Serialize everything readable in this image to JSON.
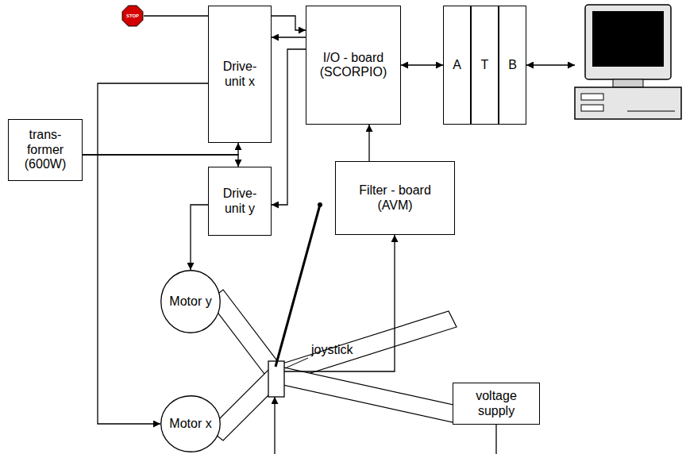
{
  "diagram": {
    "nodes": [
      {
        "text": [
          "STOP"
        ]
      },
      {
        "text": [
          "Drive-unit x"
        ]
      },
      {
        "text": [
          "I/O - board (SCORPIO)"
        ]
      },
      {
        "text": [
          "A"
        ]
      },
      {
        "text": [
          "T"
        ]
      },
      {
        "text": [
          "B"
        ]
      },
      {
        "text": [
          "trans-former (600W)"
        ]
      },
      {
        "text": [
          "Drive-unit y"
        ]
      },
      {
        "text": [
          "Filter - board (AVM)"
        ]
      },
      {
        "text": [
          "Motor y"
        ]
      },
      {
        "text": [
          "Motor x"
        ]
      },
      {
        "text": [
          "voltage supply"
        ]
      }
    ],
    "edges": [
      {
        "from": 0,
        "to": 2,
        "arrow": "to"
      },
      {
        "from": 2,
        "to": 1,
        "arrow": "to"
      },
      {
        "from": 2,
        "to": 7,
        "arrow": "to"
      },
      {
        "from": 2,
        "to": 3,
        "arrow": "both"
      },
      {
        "from": 6,
        "to": 1,
        "arrow": "to"
      },
      {
        "from": 6,
        "to": 7,
        "arrow": "to"
      },
      {
        "from": 1,
        "to": 10,
        "arrow": "to"
      },
      {
        "from": 7,
        "to": 9,
        "arrow": "to"
      },
      {
        "from": 8,
        "to": 2,
        "arrow": "to"
      }
    ],
    "labels": [
      "joystick"
    ]
  }
}
